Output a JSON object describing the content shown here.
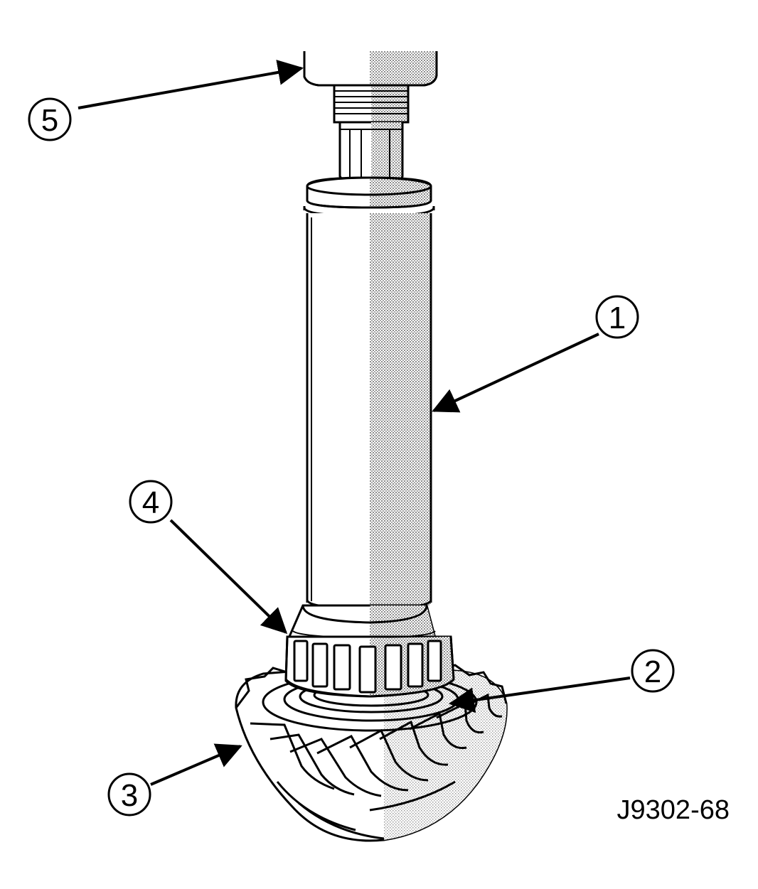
{
  "figure_id": "J9302-68",
  "callouts": [
    {
      "number": "1"
    },
    {
      "number": "2"
    },
    {
      "number": "3"
    },
    {
      "number": "4"
    },
    {
      "number": "5"
    }
  ],
  "colors": {
    "ink": "#000000",
    "shade": "#b8b8b8",
    "background": "#ffffff"
  }
}
